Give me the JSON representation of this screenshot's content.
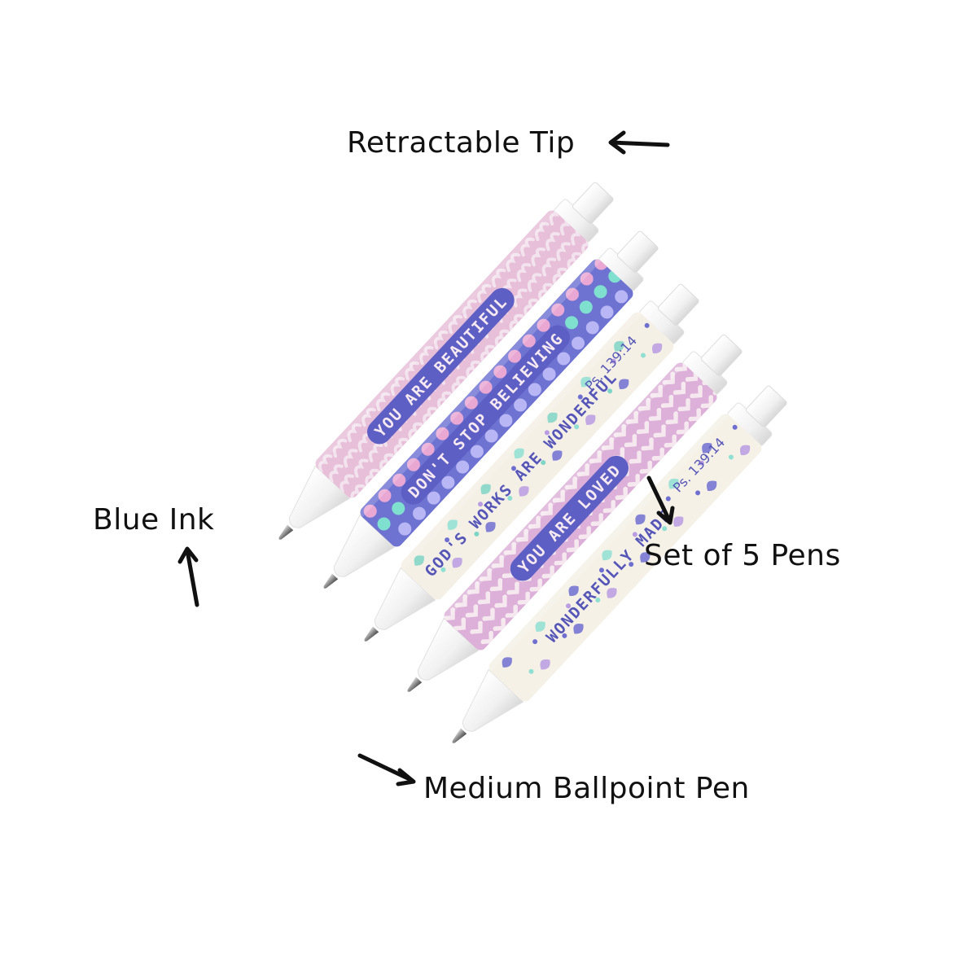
{
  "callouts": {
    "retractable_tip": "Retractable Tip",
    "blue_ink": "Blue Ink",
    "set_of_pens": "Set of 5 Pens",
    "ballpoint": "Medium Ballpoint Pen"
  },
  "pens": [
    {
      "message": "YOU ARE BEAUTIFUL",
      "pattern": "coral",
      "body_color": "#e7bfd8",
      "accent_color": "#f3e3ee"
    },
    {
      "message": "DON'T STOP BELIEVING",
      "pattern": "bubbles",
      "body_color": "#6e73d2",
      "accent_color": "#bfa6e8"
    },
    {
      "message": "GOD'S WORKS ARE WONDERFUL",
      "verse": "Ps. 139:14",
      "pattern": "sea-life",
      "body_color": "#f4f0e6",
      "accent_color": "#7fd6c6"
    },
    {
      "message": "YOU ARE LOVED",
      "pattern": "hearts",
      "body_color": "#dcb0d8",
      "accent_color": "#f6e8ef"
    },
    {
      "message": "WONDERFULLY MADE",
      "verse": "Ps. 139:14",
      "pattern": "sea-life",
      "body_color": "#f5f1e7",
      "accent_color": "#6f6fd0"
    }
  ],
  "colors": {
    "text": "#111111",
    "arrow": "#111111",
    "cap": "#ffffff",
    "label_pill": "#5e5fc4"
  }
}
